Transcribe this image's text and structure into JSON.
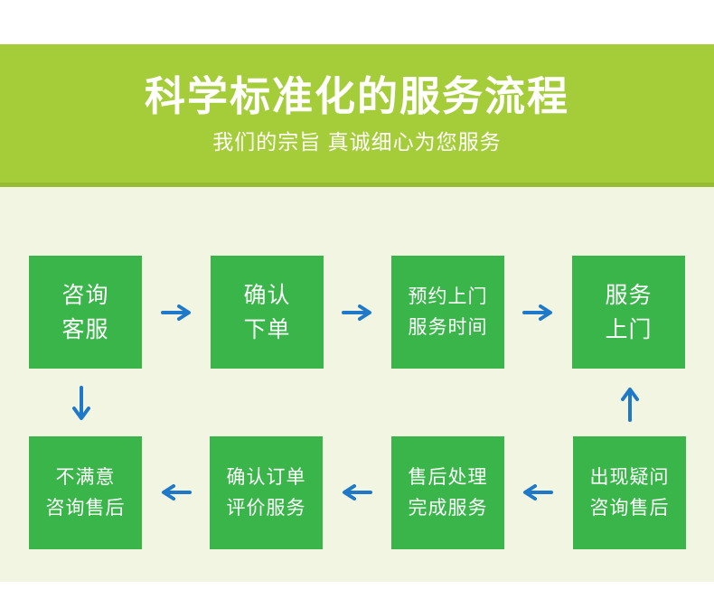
{
  "header": {
    "title": "科学标准化的服务流程",
    "subtitle": "我们的宗旨 真诚细心为您服务",
    "background": "#a5cd39",
    "border_color": "#95bc33",
    "text_color": "#ffffff"
  },
  "flow": {
    "background": "#f1f5e1",
    "box_color": "#39b54a",
    "arrow_color": "#1f78c8",
    "row1": [
      {
        "line1": "咨询",
        "line2": "客服"
      },
      {
        "line1": "确认",
        "line2": "下单"
      },
      {
        "line1": "预约上门",
        "line2": "服务时间"
      },
      {
        "line1": "服务",
        "line2": "上门"
      }
    ],
    "row2": [
      {
        "line1": "不满意",
        "line2": "咨询售后"
      },
      {
        "line1": "确认订单",
        "line2": "评价服务"
      },
      {
        "line1": "售后处理",
        "line2": "完成服务"
      },
      {
        "line1": "出现疑问",
        "line2": "咨询售后"
      }
    ]
  }
}
